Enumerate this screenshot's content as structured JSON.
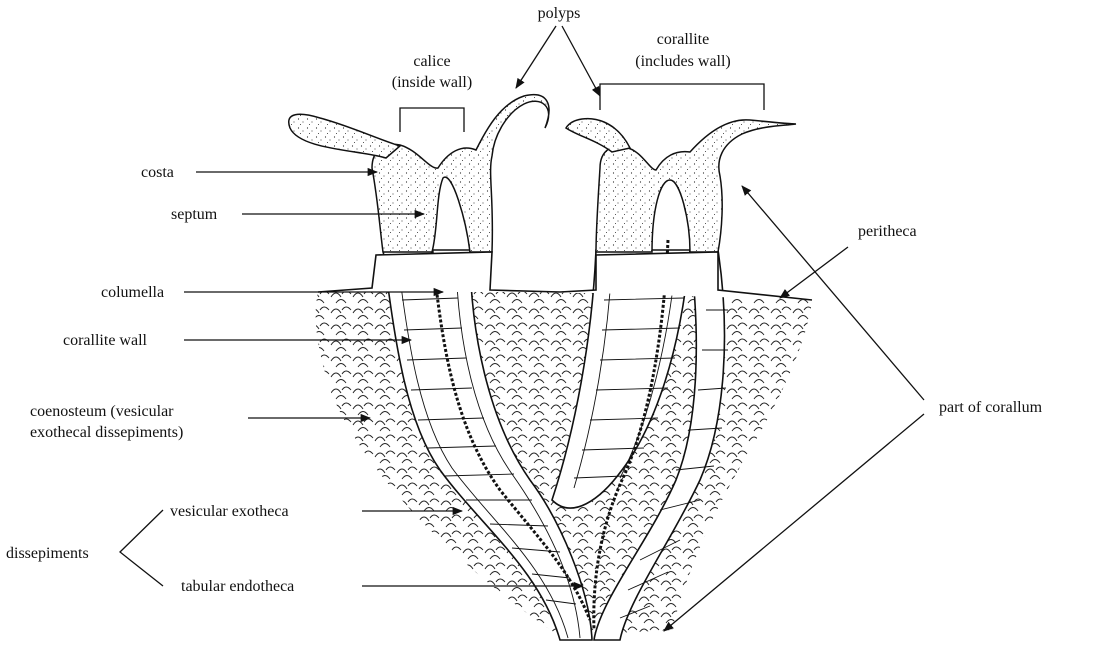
{
  "labels": {
    "polyps": "polyps",
    "calice_1": "calice",
    "calice_2": "(inside wall)",
    "corallite_1": "corallite",
    "corallite_2": "(includes wall)",
    "costa": "costa",
    "septum": "septum",
    "columella": "columella",
    "corallite_wall": "corallite wall",
    "coenosteum_1": "coenosteum (vesicular",
    "coenosteum_2": "exothecal dissepiments)",
    "vesicular_exotheca": "vesicular exotheca",
    "dissepiments": "dissepiments",
    "tabular_endotheca": "tabular endotheca",
    "peritheca": "peritheca",
    "part_of_corallum": "part of corallum"
  }
}
